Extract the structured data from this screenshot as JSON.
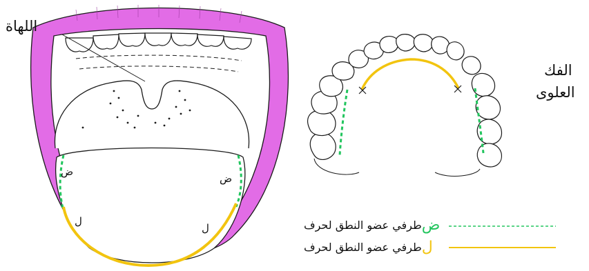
{
  "labels": {
    "palate": "اللهاة",
    "upper_jaw_line1": "الفك",
    "upper_jaw_line2": "العلوى",
    "dad_left": "ض",
    "dad_right": "ض",
    "lam_left": "ل",
    "lam_right": "ل"
  },
  "legend": [
    {
      "text": "طرفي عضو النطق لحرف",
      "letter": "ض",
      "color": "#22c55e",
      "style": "dashed"
    },
    {
      "text": "طرفي عضو النطق لحرف",
      "letter": "ل",
      "color": "#f2c40f",
      "style": "solid"
    }
  ],
  "colors": {
    "lips": "#e26ce6",
    "dad_line": "#22c55e",
    "lam_line": "#f2c40f",
    "ink": "#1a1a1a"
  }
}
